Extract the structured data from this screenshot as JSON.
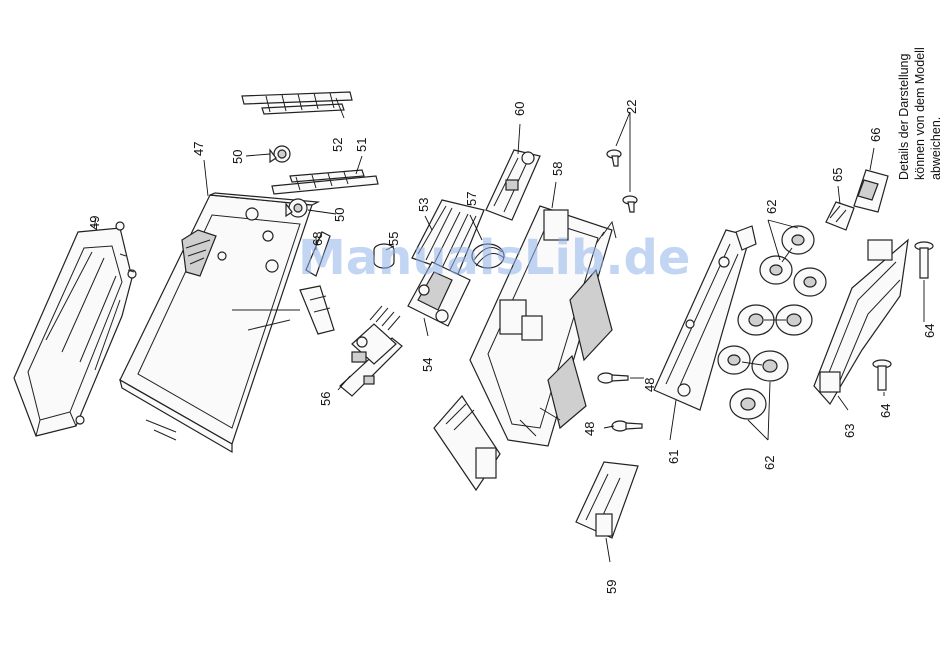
{
  "note": {
    "lines": [
      "Details der Darstellung",
      "können von dem Modell",
      "abweichen."
    ]
  },
  "watermark": "ManualsLib.de",
  "part_labels": {
    "p47": "47",
    "p48a": "48",
    "p48b": "48",
    "p49": "49",
    "p50a": "50",
    "p50b": "50",
    "p51": "51",
    "p52": "52",
    "p53": "53",
    "p54": "54",
    "p55": "55",
    "p56": "56",
    "p57": "57",
    "p58": "58",
    "p59": "59",
    "p60": "60",
    "p61": "61",
    "p62a": "62",
    "p62b": "62",
    "p63": "63",
    "p64a": "64",
    "p64b": "64",
    "p65": "65",
    "p66": "66",
    "p68": "68",
    "p22": "22"
  },
  "colors": {
    "ink": "#222222",
    "watermark": "#8fb3ea"
  }
}
